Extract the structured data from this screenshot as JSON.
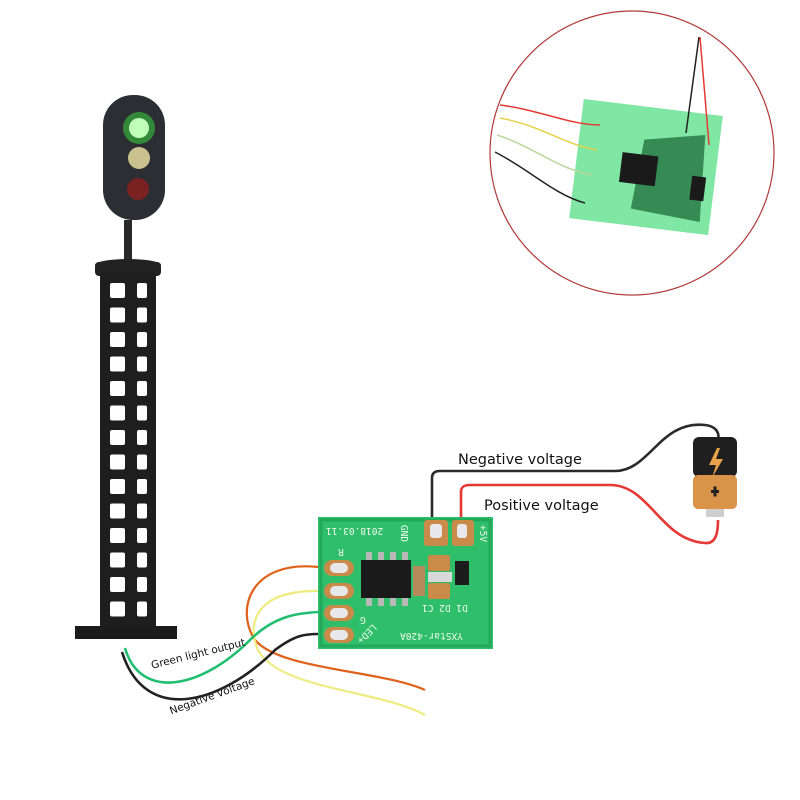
{
  "labels": {
    "negative_voltage_top": "Negative voltage",
    "positive_voltage": "Positive voltage",
    "green_light_output": "Green light output",
    "negative_voltage_bottom": "Negative voltage"
  },
  "pcb": {
    "model": "YXStar-420A",
    "date": "2018.03.11",
    "gnd": "GND",
    "vcc": "+5V",
    "r": "R",
    "g": "G",
    "led": "LED+",
    "components": "D1 D2 C1"
  },
  "signal": {
    "lamps": [
      "green",
      "yellow",
      "red"
    ],
    "active_lamp": "green",
    "mast_rows": 14
  },
  "colors": {
    "pcb_green": "#2fbf6a",
    "pcb_trace": "#1f8a4a",
    "copper": "#c98a4a",
    "wire_red": "#e53935",
    "wire_black": "#222222",
    "wire_green": "#1fbf6f",
    "wire_yellow": "#f2f07a",
    "wire_orange": "#e0621a",
    "inset_border": "#b03a3a",
    "battery_gold": "#d9944a"
  }
}
